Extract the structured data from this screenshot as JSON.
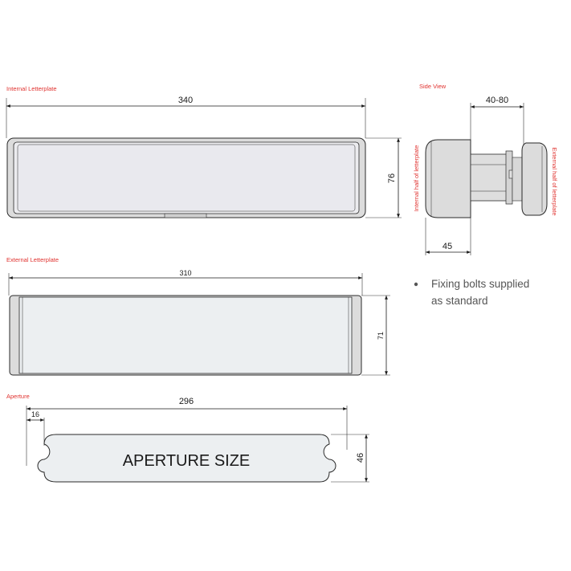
{
  "labels": {
    "internal": "Internal Letterplate",
    "side": "Side View",
    "external": "External Letterplate",
    "aperture": "Aperture",
    "internal_half": "Internal half of letterplate",
    "external_half": "External half of letterplate"
  },
  "dimensions": {
    "internal_width": "340",
    "internal_height": "76",
    "side_depth": "40-80",
    "side_internal_depth": "45",
    "external_width": "310",
    "external_height": "71",
    "aperture_width": "296",
    "aperture_end": "16",
    "aperture_height": "46"
  },
  "aperture_text": "APERTURE SIZE",
  "notes": [
    "Fixing bolts supplied",
    "as standard"
  ]
}
